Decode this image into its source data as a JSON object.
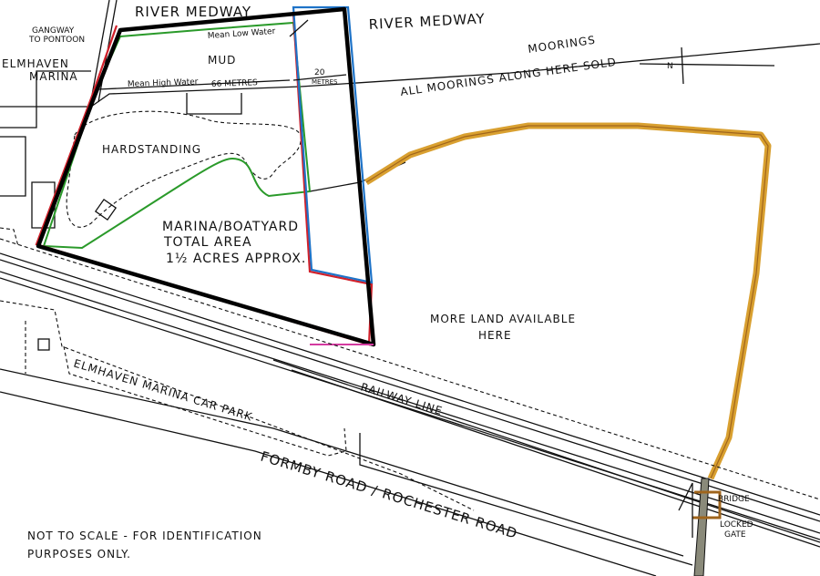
{
  "labels": {
    "river_medway_left": "RIVER MEDWAY",
    "river_medway_right": "RIVER MEDWAY",
    "gangway_line1": "GANGWAY",
    "gangway_line2": "TO PONTOON",
    "mean_low_water": "Mean Low Water",
    "elmhaven_line1": "ELMHAVEN",
    "elmhaven_line2": "MARINA",
    "mud": "MUD",
    "mean_high_water": "Mean High Water",
    "dim_66": "66 METRES",
    "dim_20_value": "20",
    "dim_20_unit": "METRES",
    "moorings": "MOORINGS",
    "moorings_sold": "ALL MOORINGS ALONG HERE SOLD",
    "north": "N",
    "hardstanding": "HARDSTANDING",
    "area_line1": "MARINA/BOATYARD",
    "area_line2": "TOTAL AREA",
    "area_line3": "1½ ACRES APPROX.",
    "more_land_line1": "MORE LAND AVAILABLE",
    "more_land_line2": "HERE",
    "railway_line": "RAILWAY LINE",
    "car_park": "ELMHAVEN MARINA CAR PARK",
    "road": "FORMBY ROAD / ROCHESTER ROAD",
    "bridge": "BRIDGE",
    "locked_line1": "LOCKED",
    "locked_line2": "GATE",
    "disclaimer_line1": "NOT TO SCALE - FOR IDENTIFICATION",
    "disclaimer_line2": "PURPOSES ONLY."
  },
  "colors": {
    "ink": "#111111",
    "boundary_black": "#000000",
    "boundary_red": "#d1202a",
    "boundary_blue": "#1e73c8",
    "boundary_green": "#2a9a2a",
    "boundary_pink": "#d43aa0",
    "land_orange": "#d9a030",
    "land_brown": "#a0651c",
    "bridge_grey": "#8a8a7a"
  }
}
